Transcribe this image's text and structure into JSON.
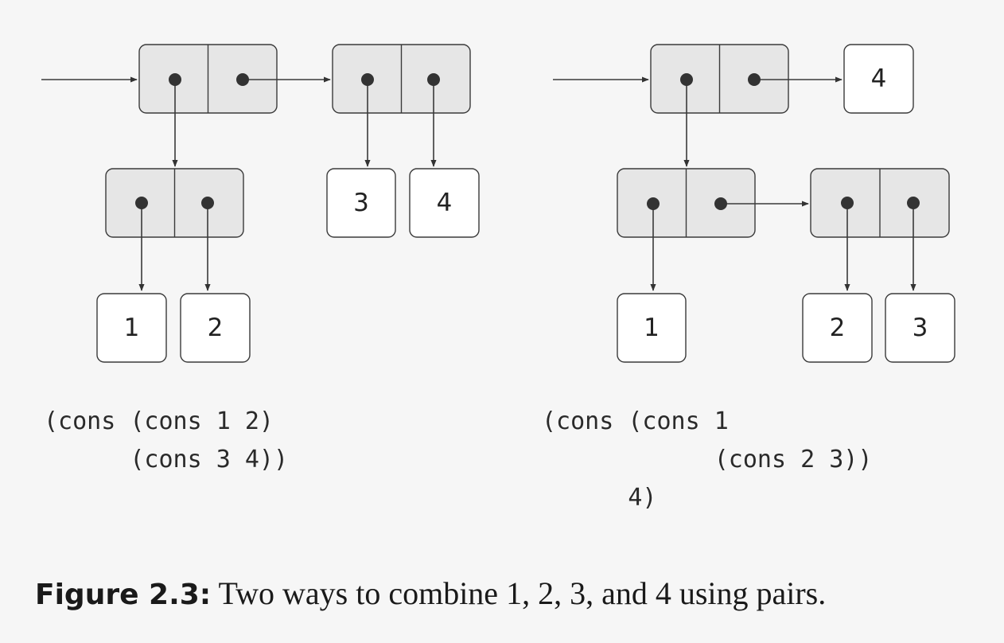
{
  "left_diagram": {
    "atoms": [
      "1",
      "2",
      "3",
      "4"
    ],
    "code_lines": [
      "(cons (cons 1 2)",
      "      (cons 3 4))"
    ]
  },
  "right_diagram": {
    "atoms": [
      "4",
      "1",
      "2",
      "3"
    ],
    "code_lines": [
      "(cons (cons 1",
      "            (cons 2 3))",
      "      4)"
    ]
  },
  "caption": {
    "label": "Figure 2.3:",
    "text": " Two ways to combine 1, 2, 3, and 4 using pairs."
  }
}
